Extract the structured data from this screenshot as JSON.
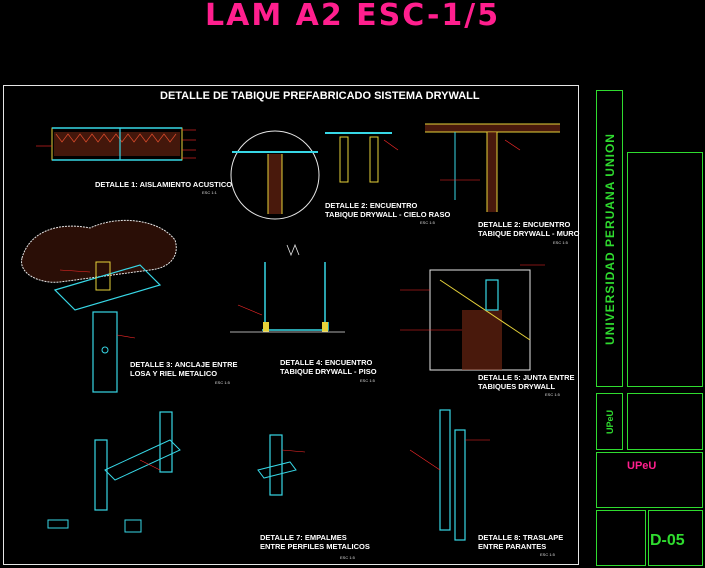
{
  "sheet_title": "LAM A2 ESC-1/5",
  "main_title": "DETALLE DE TABIQUE PREFABRICADO SISTEMA DRYWALL",
  "details": [
    {
      "label": "DETALLE 1: AISLAMIENTO ACUSTICO",
      "scale": "ESC 1:1"
    },
    {
      "label": "DETALLE 2: ENCUENTRO\nTABIQUE DRYWALL - CIELO RASO",
      "scale": "ESC 1:5"
    },
    {
      "label": "DETALLE 2: ENCUENTRO\nTABIQUE DRYWALL - MURO",
      "scale": "ESC 1:5"
    },
    {
      "label": "DETALLE 3: ANCLAJE ENTRE\nLOSA Y RIEL METALICO",
      "scale": "ESC 1:5"
    },
    {
      "label": "DETALLE 4: ENCUENTRO\nTABIQUE DRYWALL - PISO",
      "scale": "ESC 1:5"
    },
    {
      "label": "DETALLE 5: JUNTA ENTRE\nTABIQUES DRYWALL",
      "scale": "ESC 1:5"
    },
    {
      "label": "DETALLE 7: EMPALMES\nENTRE PERFILES METALICOS",
      "scale": "ESC 1:5"
    },
    {
      "label": "DETALLE 8: TRASLAPE\nENTRE PARANTES",
      "scale": "ESC 1:5"
    }
  ],
  "title_block": {
    "university": "UNIVERSIDAD PERUANA UNION",
    "faculty": "UPeU",
    "brand_short": "UPeU",
    "sheet_code": "D-05"
  },
  "colors": {
    "title": "#ff1f8e",
    "frame": "#e6e6e6",
    "titleblock": "#2fdc2f",
    "steel": "#37d7e6",
    "board": "#e6d23a",
    "insulation": "#d94a2a",
    "leader": "#ff2a2a"
  }
}
